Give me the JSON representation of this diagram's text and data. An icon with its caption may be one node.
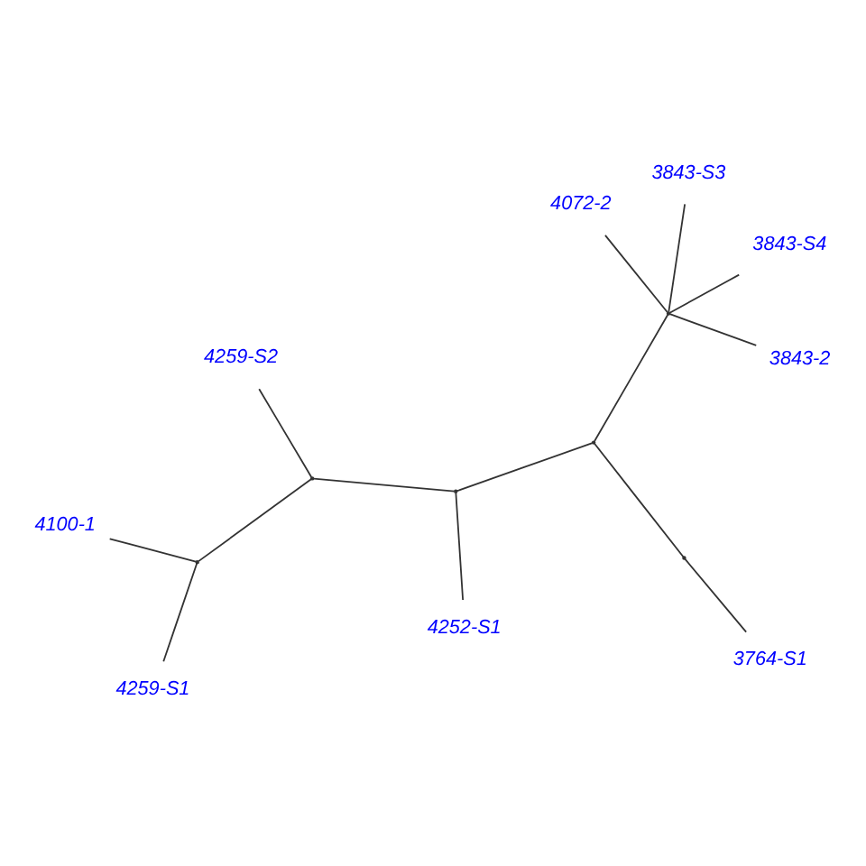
{
  "diagram": {
    "nodes": [
      {
        "text": [],
        "shape": "dot"
      },
      {
        "text": [
          "4259-S1"
        ]
      },
      {
        "text": [
          "4100-1"
        ]
      },
      {
        "text": [],
        "shape": "dot"
      },
      {
        "text": [
          "4259-S2"
        ]
      },
      {
        "text": [],
        "shape": "dot"
      },
      {
        "text": [
          "4252-S1"
        ]
      },
      {
        "text": [],
        "shape": "dot"
      },
      {
        "text": [],
        "shape": "dot"
      },
      {
        "text": [
          "3764-S1"
        ]
      },
      {
        "text": [],
        "shape": "dot"
      },
      {
        "text": [
          "4072-2"
        ]
      },
      {
        "text": [
          "3843-2"
        ]
      },
      {
        "text": [
          "3843-S4"
        ]
      },
      {
        "text": [
          "3843-S3"
        ]
      }
    ],
    "edges": [
      {
        "from": 0,
        "to": 1,
        "arrow": "none"
      },
      {
        "from": 0,
        "to": 2,
        "arrow": "none"
      },
      {
        "from": 0,
        "to": 3,
        "arrow": "none"
      },
      {
        "from": 3,
        "to": 4,
        "arrow": "none"
      },
      {
        "from": 3,
        "to": 5,
        "arrow": "none"
      },
      {
        "from": 5,
        "to": 6,
        "arrow": "none"
      },
      {
        "from": 5,
        "to": 7,
        "arrow": "none"
      },
      {
        "from": 7,
        "to": 8,
        "arrow": "none"
      },
      {
        "from": 8,
        "to": 9,
        "arrow": "none"
      },
      {
        "from": 7,
        "to": 10,
        "arrow": "none"
      },
      {
        "from": 10,
        "to": 11,
        "arrow": "none"
      },
      {
        "from": 10,
        "to": 12,
        "arrow": "none"
      },
      {
        "from": 10,
        "to": 13,
        "arrow": "none"
      },
      {
        "from": 10,
        "to": 14,
        "arrow": "none"
      }
    ]
  }
}
